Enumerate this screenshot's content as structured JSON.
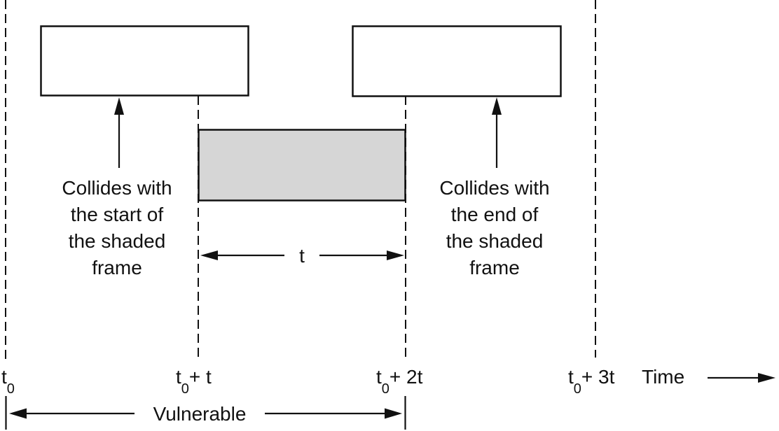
{
  "figure": {
    "type": "timeline-collision-diagram",
    "background": "#ffffff"
  },
  "colors": {
    "line": "#111111",
    "shaded_frame_fill": "#d6d6d6",
    "frame_fill": "#ffffff"
  },
  "annotations": {
    "collides_start": "Collides with\nthe start of\nthe shaded\nframe",
    "collides_end": "Collides with\nthe end of\nthe shaded\nframe",
    "t_interval": "t",
    "vulnerable": "Vulnerable"
  },
  "timeline": {
    "axis_title": "Time",
    "ticks": [
      {
        "base": "t",
        "sub": "0",
        "rest": ""
      },
      {
        "base": "t",
        "sub": "0",
        "rest": "+ t"
      },
      {
        "base": "t",
        "sub": "0",
        "rest": "+ 2t"
      },
      {
        "base": "t",
        "sub": "0",
        "rest": "+ 3t"
      }
    ]
  }
}
